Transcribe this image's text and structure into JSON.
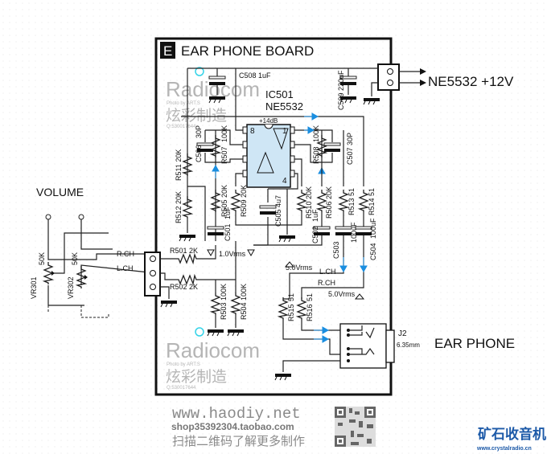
{
  "board": {
    "badge": "E",
    "title": "EAR PHONE BOARD"
  },
  "power": {
    "label": "NE5532 +12V"
  },
  "ic": {
    "ref": "IC501",
    "part": "NE5532",
    "gain": "+14dB",
    "pin8": "8",
    "pin1": "1",
    "pin4": "4"
  },
  "volume": {
    "title": "VOLUME",
    "vr301": "VR301",
    "vr302": "VR302",
    "vr301_val": "50K",
    "vr302_val": "50K"
  },
  "inputs": {
    "rch": "R.CH",
    "lch": "L.CH",
    "r501": "R501  2K",
    "r502": "R502  2K",
    "level": "1.0Vrms"
  },
  "parts": {
    "c508": "C508 1uF",
    "c509": "C509 220uF",
    "r511": "R511 20K",
    "r512": "R512 20K",
    "c506": "C506",
    "c506_val": "30P",
    "r507": "R507",
    "r507_val": "100K",
    "r505": "R505 20K",
    "r509": "R509 20K",
    "c501": "C501",
    "c501_val": "1uF",
    "c505": "C505 4u7",
    "r508": "R508",
    "r508_val": "100K",
    "c507": "C507 30P",
    "r510": "R510 20K",
    "r506": "R506 20K",
    "r513": "R513",
    "r513_val": "51",
    "r514": "R514",
    "r514_val": "51",
    "c502": "C502",
    "c502_val": "1uF",
    "c503": "C503",
    "c503_val": "100uF",
    "c504": "C504",
    "c504_val": "100uF",
    "r503": "R503 100K",
    "r504": "R504 100K",
    "r515": "R515",
    "r515_val": "51",
    "r516": "R516",
    "r516_val": "51"
  },
  "outputs": {
    "lvl_l": "5.0Vrms",
    "lch": "L.CH",
    "rch": "R.CH",
    "lvl_r": "5.0Vrms"
  },
  "jack": {
    "ref": "J2",
    "size": "6.35mm",
    "title": "EAR PHONE"
  },
  "watermark": {
    "brand": "Radiocom",
    "photo": "Photo by ART.S",
    "cn": "炫彩制造",
    "qq": "Q:530017644"
  },
  "footer": {
    "site": "www.haodiy.net",
    "shop": "shop35392304.taobao.com",
    "scan": "扫描二维码了解更多制作",
    "logo": "矿石收音机",
    "logo_url": "www.crystalradio.cn"
  },
  "colors": {
    "accent": "#1a8ee0",
    "ic_fill": "#cfe6f5"
  }
}
